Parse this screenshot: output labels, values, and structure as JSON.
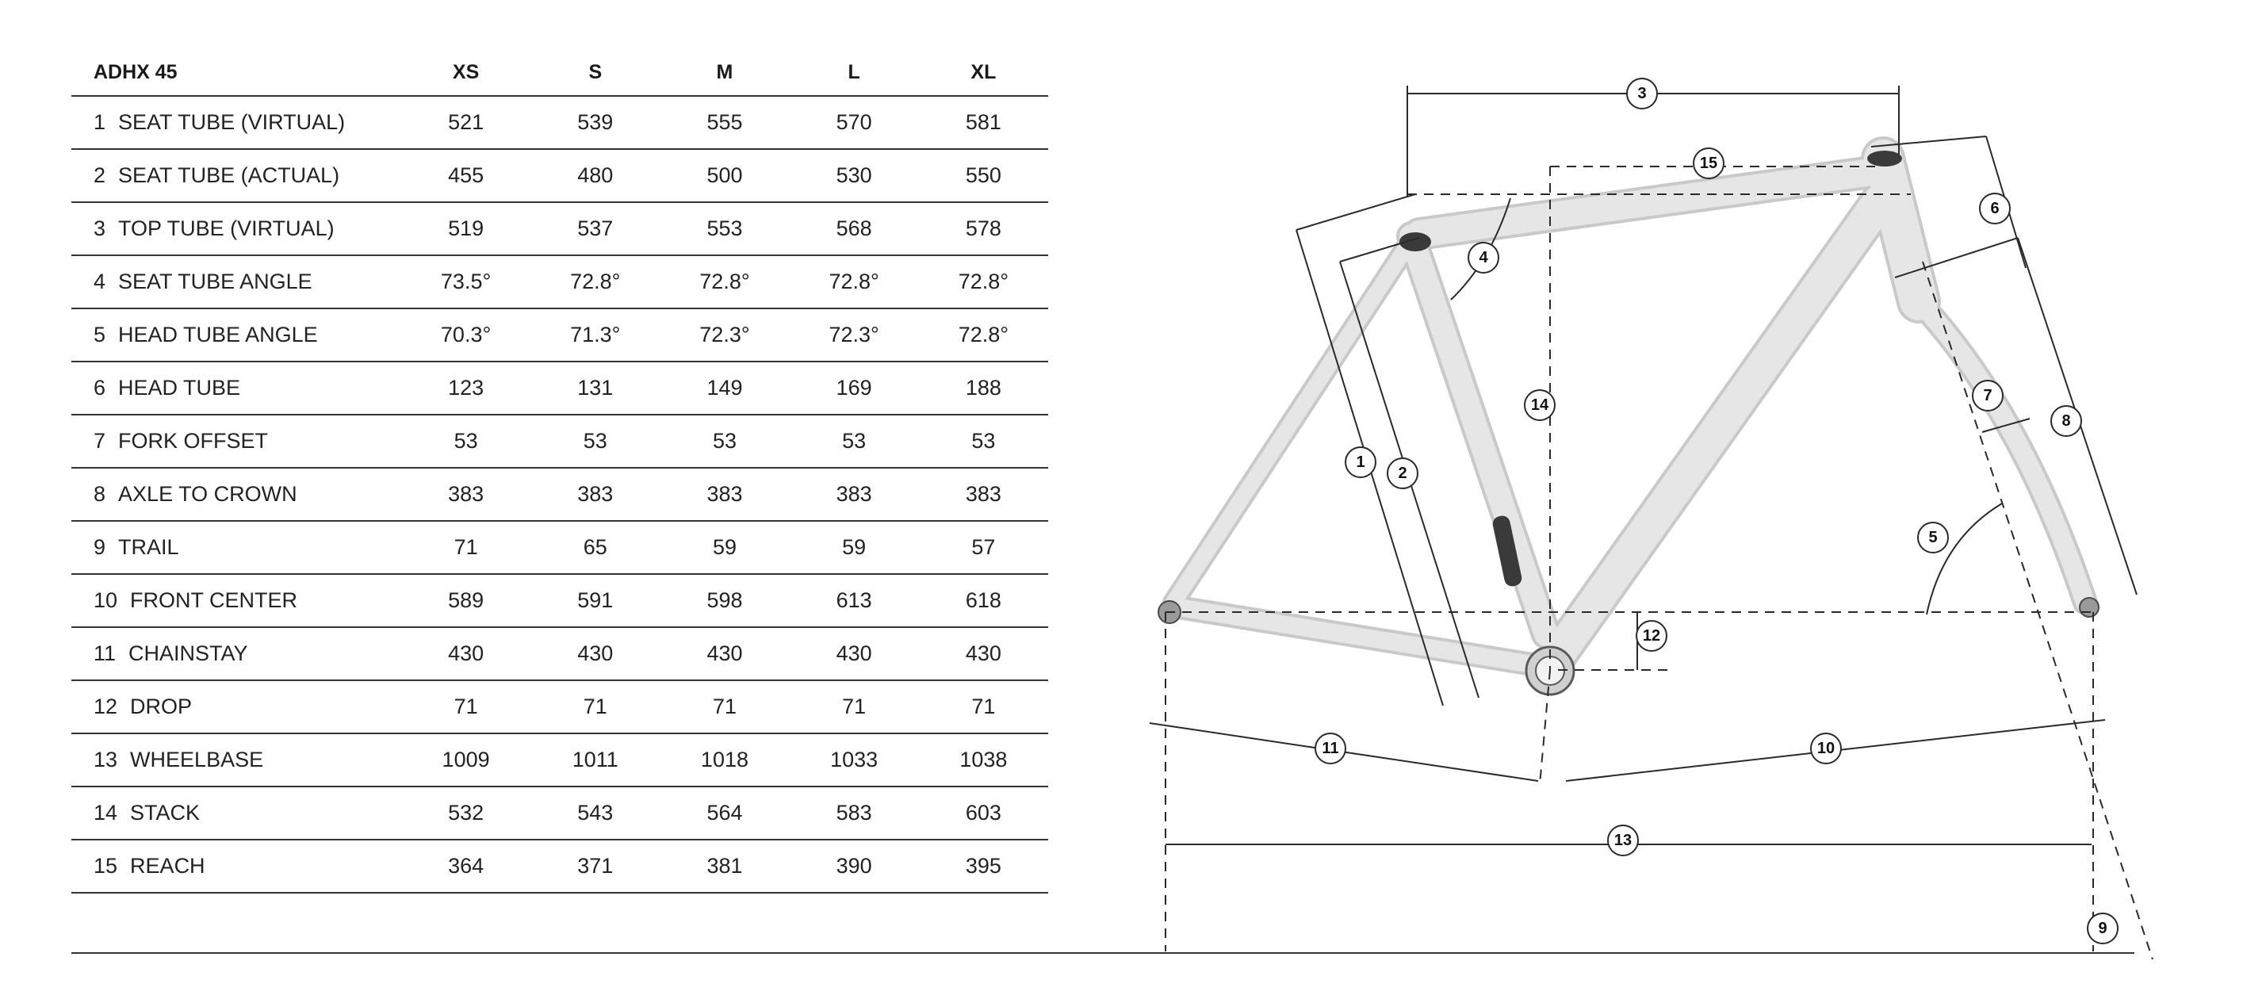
{
  "table": {
    "model": "ADHX 45",
    "sizes": [
      "XS",
      "S",
      "M",
      "L",
      "XL"
    ],
    "rows": [
      {
        "num": "1",
        "label": "SEAT TUBE (VIRTUAL)",
        "values": [
          "521",
          "539",
          "555",
          "570",
          "581"
        ]
      },
      {
        "num": "2",
        "label": "SEAT TUBE (ACTUAL)",
        "values": [
          "455",
          "480",
          "500",
          "530",
          "550"
        ]
      },
      {
        "num": "3",
        "label": "TOP TUBE (VIRTUAL)",
        "values": [
          "519",
          "537",
          "553",
          "568",
          "578"
        ]
      },
      {
        "num": "4",
        "label": "SEAT TUBE ANGLE",
        "values": [
          "73.5°",
          "72.8°",
          "72.8°",
          "72.8°",
          "72.8°"
        ]
      },
      {
        "num": "5",
        "label": "HEAD TUBE ANGLE",
        "values": [
          "70.3°",
          "71.3°",
          "72.3°",
          "72.3°",
          "72.8°"
        ]
      },
      {
        "num": "6",
        "label": "HEAD TUBE",
        "values": [
          "123",
          "131",
          "149",
          "169",
          "188"
        ]
      },
      {
        "num": "7",
        "label": "FORK OFFSET",
        "values": [
          "53",
          "53",
          "53",
          "53",
          "53"
        ]
      },
      {
        "num": "8",
        "label": "AXLE TO CROWN",
        "values": [
          "383",
          "383",
          "383",
          "383",
          "383"
        ]
      },
      {
        "num": "9",
        "label": "TRAIL",
        "values": [
          "71",
          "65",
          "59",
          "59",
          "57"
        ]
      },
      {
        "num": "10",
        "label": "FRONT CENTER",
        "values": [
          "589",
          "591",
          "598",
          "613",
          "618"
        ]
      },
      {
        "num": "11",
        "label": "CHAINSTAY",
        "values": [
          "430",
          "430",
          "430",
          "430",
          "430"
        ]
      },
      {
        "num": "12",
        "label": "DROP",
        "values": [
          "71",
          "71",
          "71",
          "71",
          "71"
        ]
      },
      {
        "num": "13",
        "label": "WHEELBASE",
        "values": [
          "1009",
          "1011",
          "1018",
          "1033",
          "1038"
        ]
      },
      {
        "num": "14",
        "label": "STACK",
        "values": [
          "532",
          "543",
          "564",
          "583",
          "603"
        ]
      },
      {
        "num": "15",
        "label": "REACH",
        "values": [
          "364",
          "371",
          "381",
          "390",
          "395"
        ]
      }
    ]
  },
  "diagram": {
    "callouts": [
      "1",
      "2",
      "3",
      "4",
      "5",
      "6",
      "7",
      "8",
      "9",
      "10",
      "11",
      "12",
      "13",
      "14",
      "15"
    ]
  },
  "colors": {
    "frame": "#e4e4e4",
    "frame_edge": "#c9c9c9",
    "line": "#2a2a2a"
  }
}
